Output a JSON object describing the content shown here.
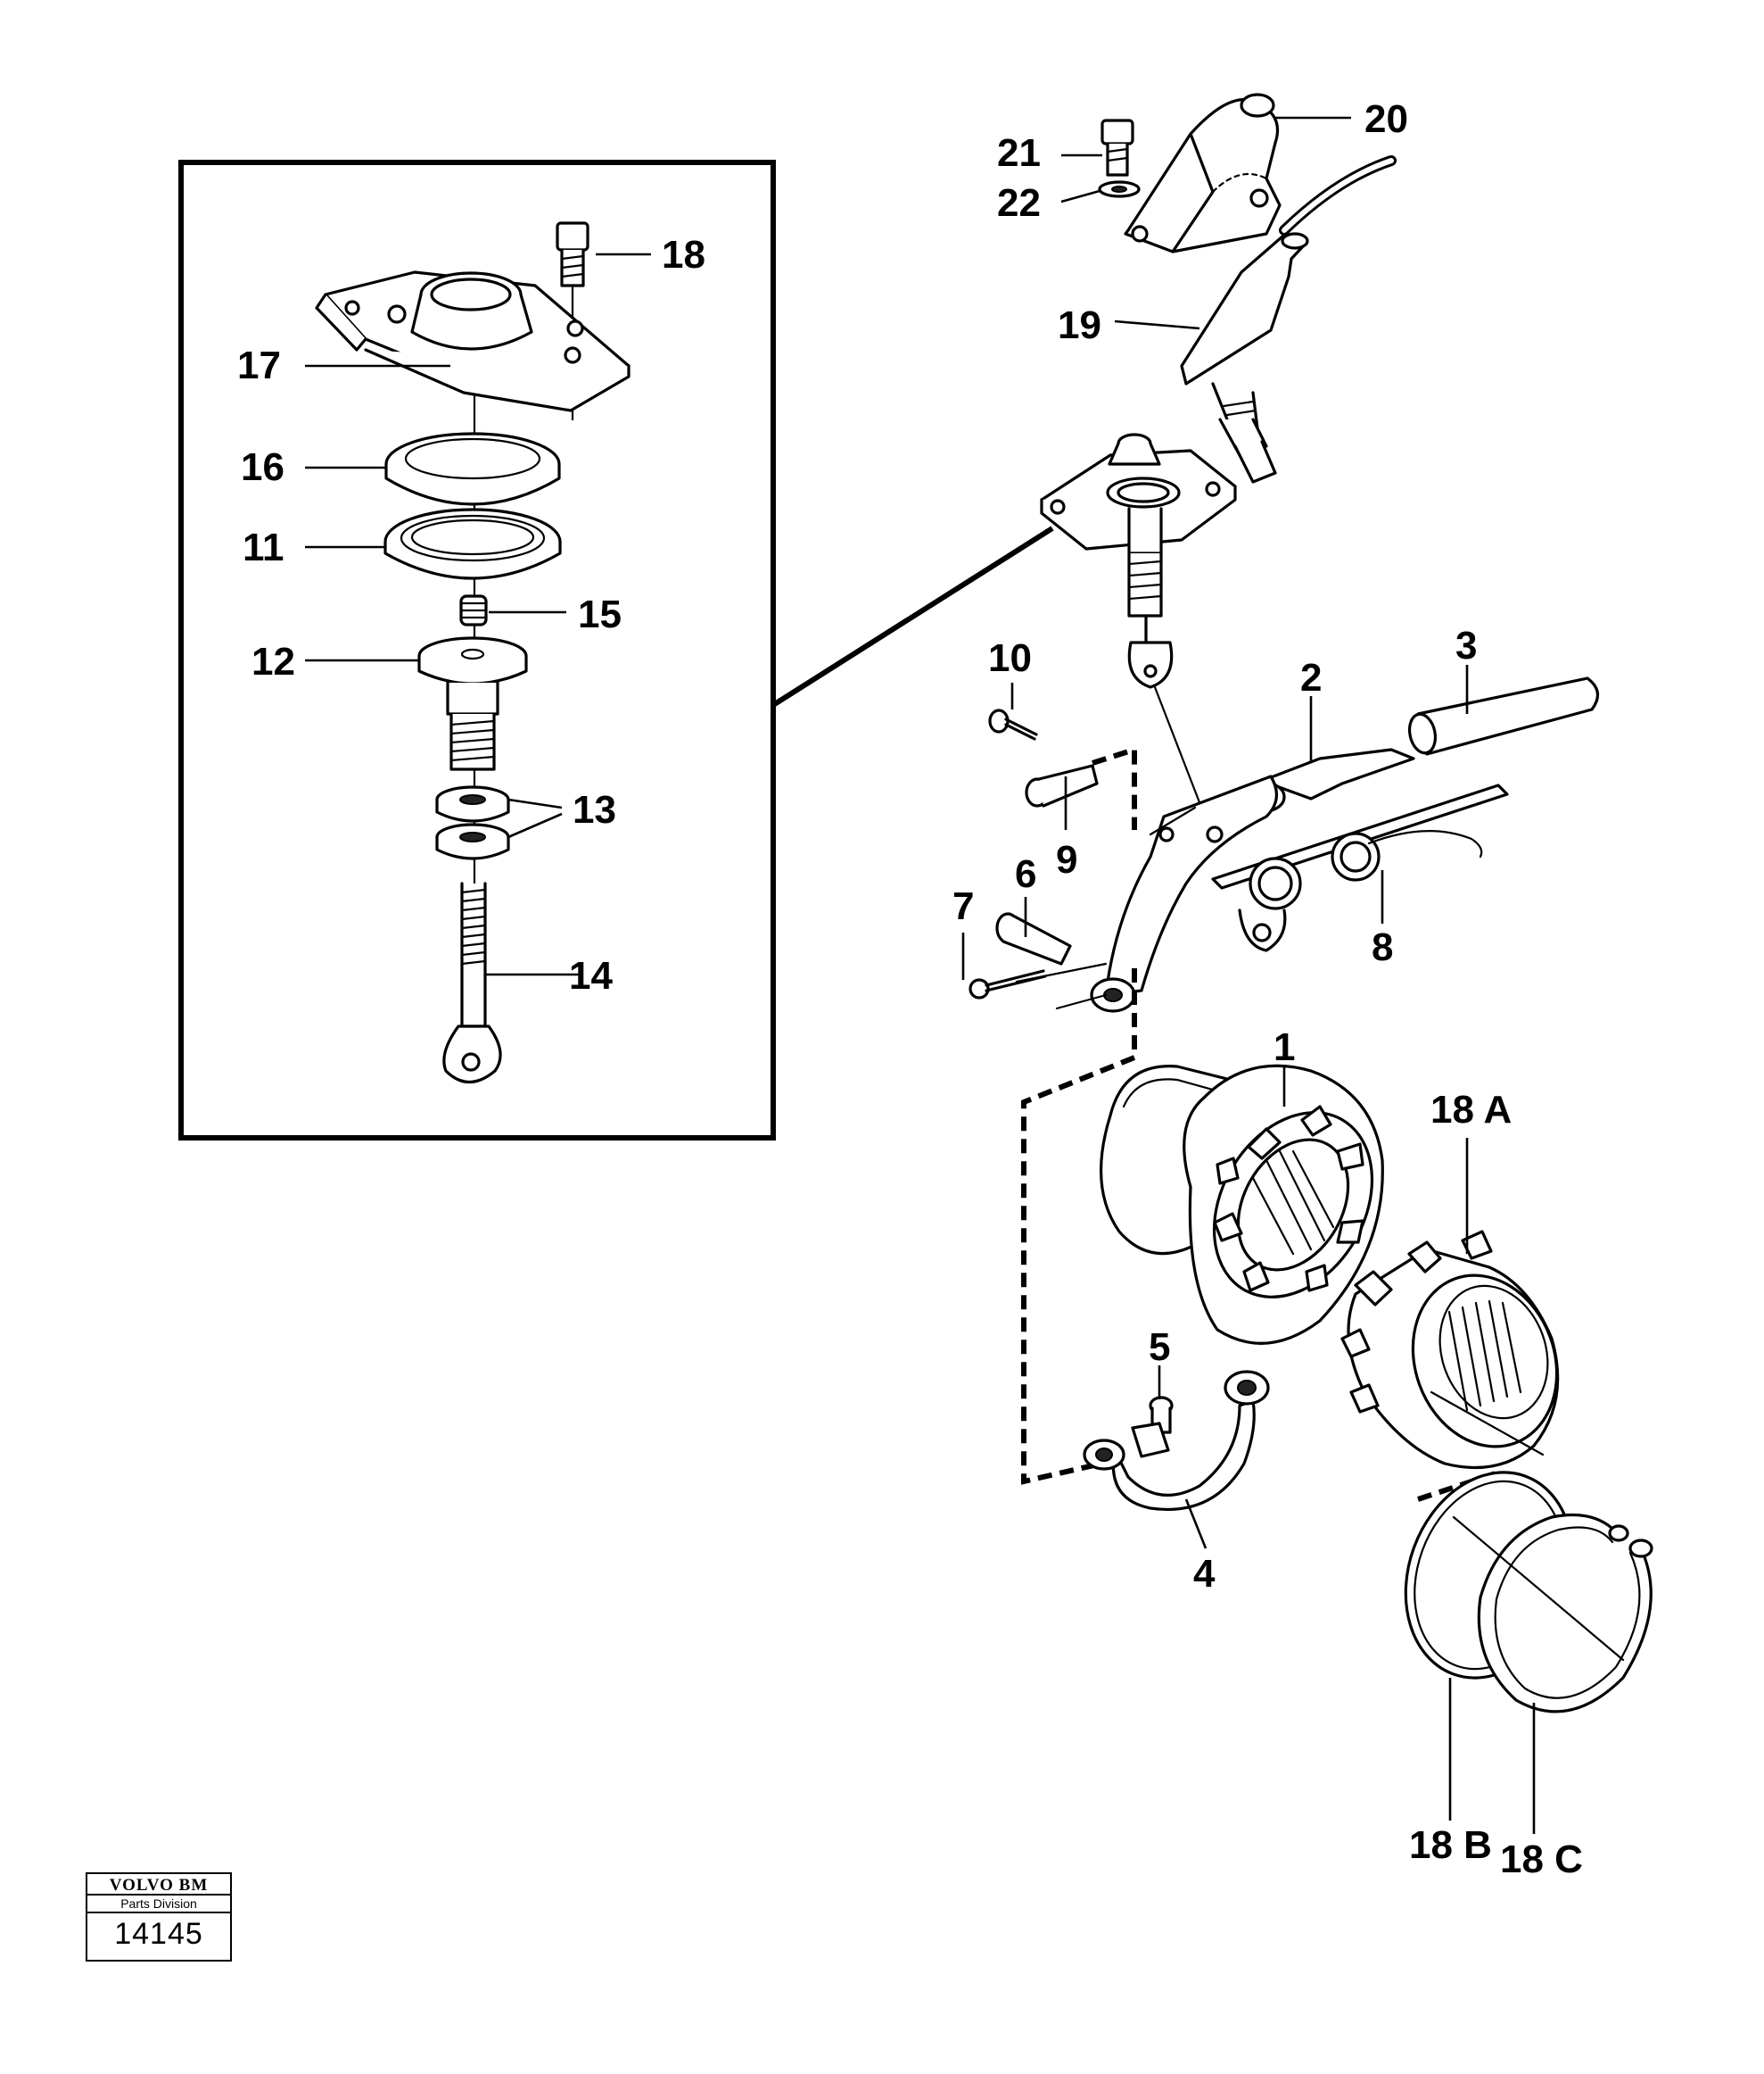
{
  "labels": {
    "p1": "1",
    "p2": "2",
    "p3": "3",
    "p4": "4",
    "p5": "5",
    "p6": "6",
    "p7": "7",
    "p8": "8",
    "p9": "9",
    "p10": "10",
    "p11": "11",
    "p12": "12",
    "p13": "13",
    "p14": "14",
    "p15": "15",
    "p16": "16",
    "p17": "17",
    "p18": "18",
    "p18a": "18 A",
    "p18b": "18 B",
    "p18c": "18 C",
    "p19": "19",
    "p20": "20",
    "p21": "21",
    "p22": "22"
  },
  "logo": {
    "brand": "VOLVO BM",
    "division": "Parts Division",
    "code": "14145"
  }
}
